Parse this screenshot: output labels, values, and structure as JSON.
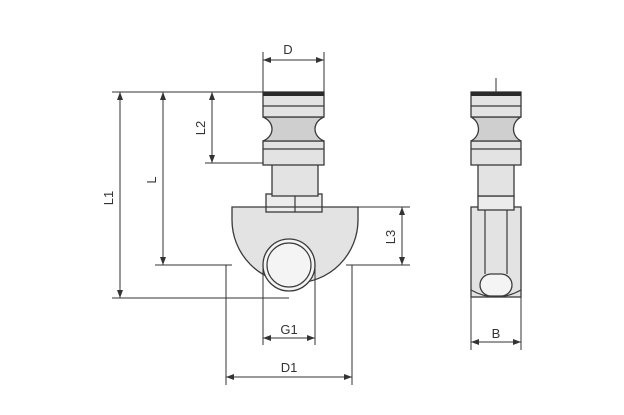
{
  "dimensions": {
    "D": "D",
    "L1": "L1",
    "L": "L",
    "L2": "L2",
    "L3": "L3",
    "G1": "G1",
    "D1": "D1",
    "B": "B"
  },
  "colors": {
    "part_fill": "#e3e3e3",
    "outline": "#3a3a3a",
    "top_band": "#2a2a2a"
  }
}
